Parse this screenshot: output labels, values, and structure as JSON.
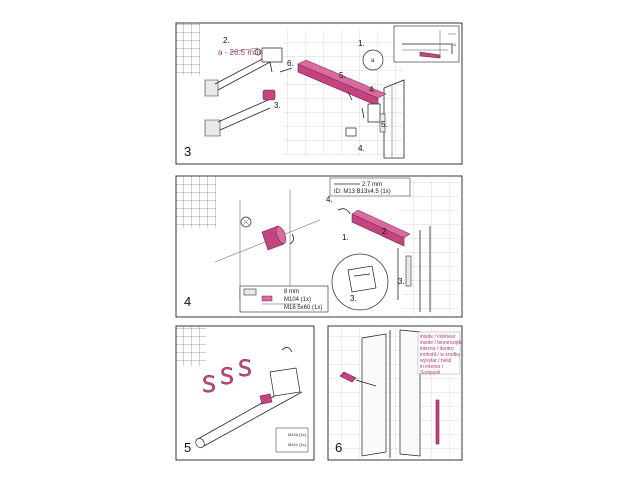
{
  "panels": [
    {
      "number": "3",
      "labels": {
        "step1": "1.",
        "step2": "2.",
        "dimension": "a - 26.5 mm",
        "step3": "3.",
        "step4a": "4.",
        "step4b": "4.",
        "step5a": "5.",
        "step5b": "5.",
        "step6": "6.",
        "zoom_a": "a",
        "zoom_b": "a"
      }
    },
    {
      "number": "4",
      "labels": {
        "drill": "8 mm",
        "part_a": "M104 (1x)",
        "part_b": "M16 5x60 (1x)",
        "step1": "1.",
        "step2": "2.",
        "step3a": "3.",
        "step3b": "3.",
        "step4": "4.",
        "screw_size": "2.7 mm",
        "screw_part": "ID: M13 B13x4.5 (1x)"
      }
    },
    {
      "number": "5",
      "labels": {
        "part_a": "M100 (1x)",
        "part_b": "M101 (1x)"
      }
    },
    {
      "number": "6",
      "labels": {
        "note_lines": [
          "inside / intérieur",
          "inside / binnenzijde",
          "interno / dentro",
          "innhold / w środku",
          "wysyłar / belül",
          "in interior /",
          "Sisäpuoli"
        ]
      }
    }
  ],
  "colors": {
    "accent": "#c2457f",
    "line": "#222222"
  }
}
